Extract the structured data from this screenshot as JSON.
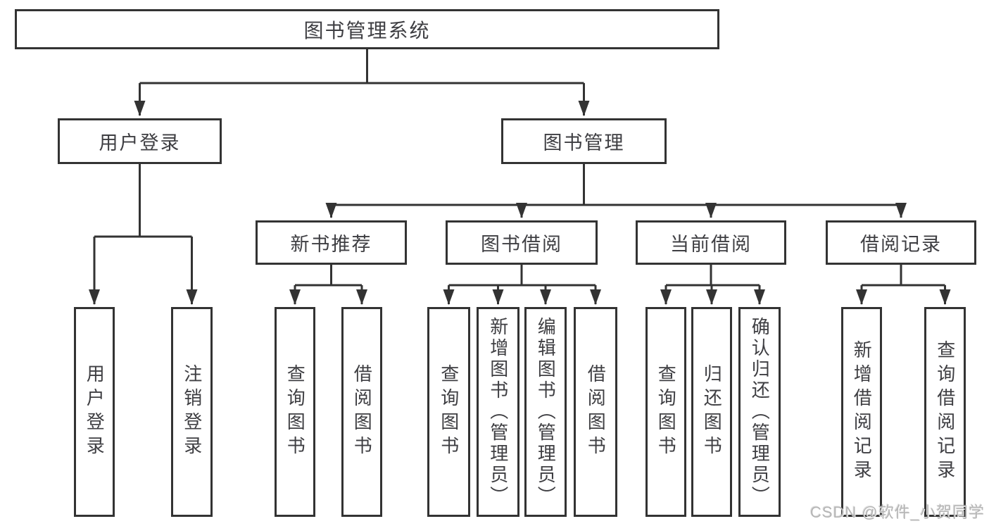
{
  "tree": {
    "label": "图书管理系统",
    "children": [
      {
        "label": "用户登录",
        "children": [
          {
            "label": "用户登录"
          },
          {
            "label": "注销登录"
          }
        ]
      },
      {
        "label": "图书管理",
        "children": [
          {
            "label": "新书推荐",
            "children": [
              {
                "label": "查询图书"
              },
              {
                "label": "借阅图书"
              }
            ]
          },
          {
            "label": "图书借阅",
            "children": [
              {
                "label": "查询图书"
              },
              {
                "label": "新增图书（管理员）"
              },
              {
                "label": "编辑图书（管理员）"
              },
              {
                "label": "借阅图书"
              }
            ]
          },
          {
            "label": "当前借阅",
            "children": [
              {
                "label": "查询图书"
              },
              {
                "label": "归还图书"
              },
              {
                "label": "确认归还（管理员）"
              }
            ]
          },
          {
            "label": "借阅记录",
            "children": [
              {
                "label": "新增借阅记录"
              },
              {
                "label": "查询借阅记录"
              }
            ]
          }
        ]
      }
    ]
  },
  "watermark": "CSDN @软件_小贺同学",
  "colors": {
    "line": "#333333",
    "text": "#3e3e42",
    "watermark": "#b5b5b5"
  }
}
